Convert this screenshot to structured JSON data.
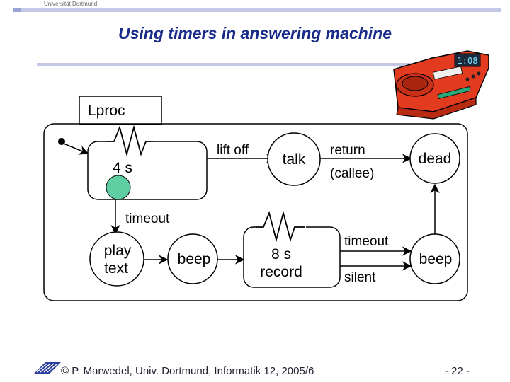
{
  "header": {
    "institution": "Universität Dortmund"
  },
  "slide": {
    "title": "Using timers in answering machine"
  },
  "diagram": {
    "process_name": "Lproc",
    "timer_4s": "4 s",
    "transition_lift_off": "lift off",
    "state_talk": "talk",
    "transition_return": "return",
    "transition_callee": "(callee)",
    "state_dead": "dead",
    "transition_timeout_1": "timeout",
    "state_play_line1": "play",
    "state_play_line2": "text",
    "state_beep_1": "beep",
    "timer_8s": "8 s",
    "record_label": "record",
    "transition_timeout_2": "timeout",
    "transition_silent": "silent",
    "state_beep_2": "beep"
  },
  "footer": {
    "credit": "© P. Marwedel, Univ. Dortmund, Informatik 12, 2005/6",
    "page": "- 22 -"
  },
  "device_display": {
    "time": "1:08"
  },
  "colors": {
    "title": "#1a2c8a",
    "header_bar": "#c3c8e6",
    "machine_red": "#e23b1f",
    "initial_state_fill": "#5fcfa3"
  }
}
